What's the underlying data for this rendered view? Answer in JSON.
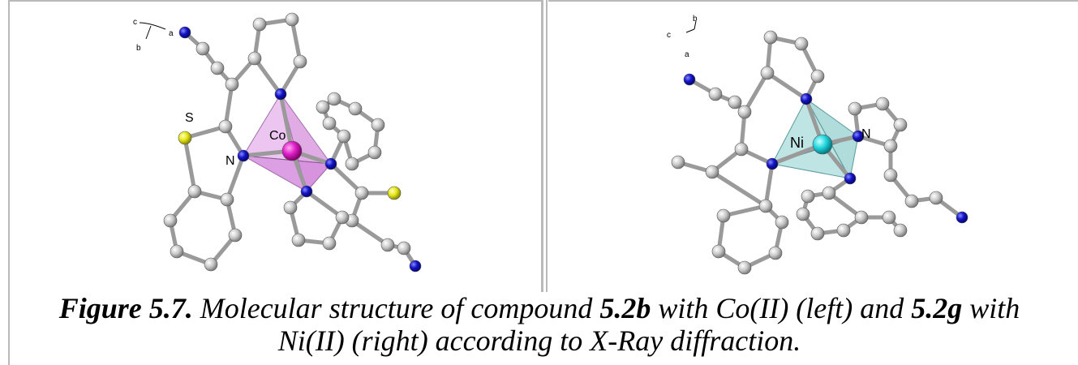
{
  "left_panel": {
    "axis_labels": {
      "c": "c",
      "a": "a",
      "b": "b"
    },
    "atom_labels": {
      "s": "S",
      "n": "N",
      "co": "Co"
    },
    "colors": {
      "polyhedron": "#d98fe0",
      "metal": "#e020c8",
      "nitrogen": "#1a1acc",
      "sulfur": "#ecec1a",
      "carbon": "#bdbdbd"
    }
  },
  "right_panel": {
    "axis_labels": {
      "b": "b",
      "c": "c",
      "a": "a"
    },
    "atom_labels": {
      "ni": "Ni",
      "n": "N"
    },
    "colors": {
      "polyhedron": "#8fcfcf",
      "metal": "#28d8e0",
      "nitrogen": "#1a1acc",
      "carbon": "#bdbdbd"
    }
  },
  "caption": {
    "figure_label": "Figure 5.7.",
    "text_1": "Molecular structure of compound",
    "compound_1": "5.2b",
    "text_2": "with Co(II) (left) and",
    "compound_2": "5.2g",
    "text_3": "with",
    "text_4": "Ni(II) (right) according to X-Ray diffraction."
  }
}
